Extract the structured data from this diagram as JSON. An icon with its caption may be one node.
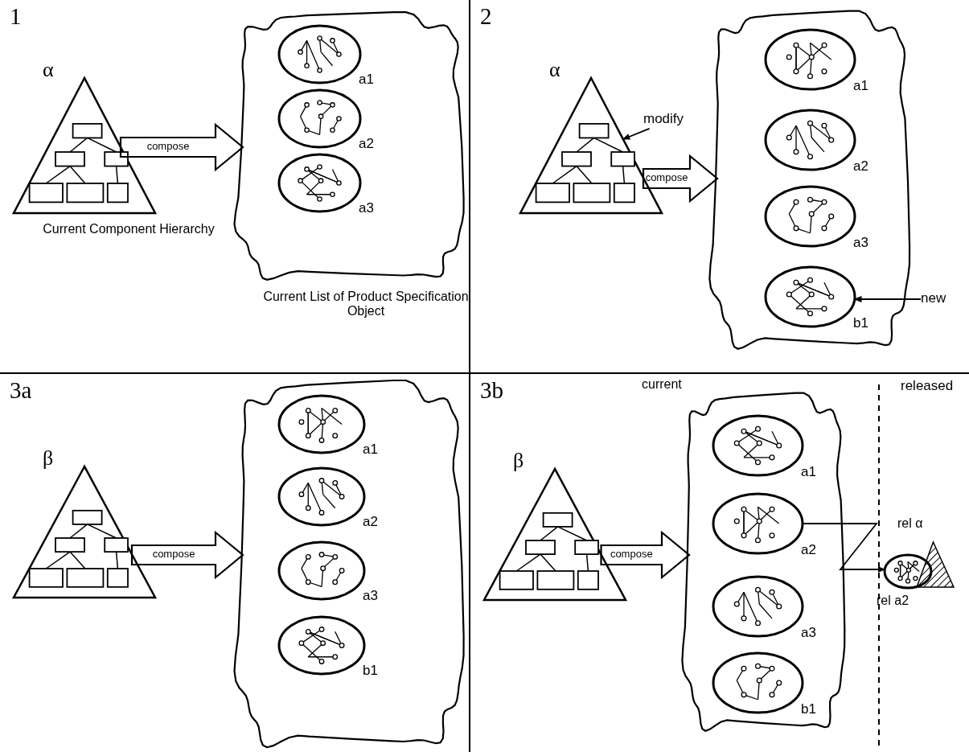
{
  "diagram": {
    "nodes": [
      {
        "text": [
          "1"
        ]
      },
      {
        "text": [
          "α"
        ],
        "beside": [
          "Current Component Hierarchy"
        ],
        "in": 0
      },
      {
        "text": [],
        "shape": "cloud",
        "beside": [
          "Current List of Product Specification Object"
        ],
        "in": 0
      },
      {
        "text": [],
        "shape": "circle",
        "beside": [
          "a1"
        ],
        "in": 2
      },
      {
        "text": [],
        "shape": "circle",
        "beside": [
          "a2"
        ],
        "in": 2
      },
      {
        "text": [],
        "shape": "circle",
        "beside": [
          "a3"
        ],
        "in": 2
      },
      {
        "text": [
          "2"
        ]
      },
      {
        "text": [
          "α"
        ],
        "in": 6
      },
      {
        "text": [
          "modify"
        ],
        "in": 6
      },
      {
        "text": [],
        "shape": "cloud",
        "in": 6
      },
      {
        "text": [],
        "shape": "circle",
        "beside": [
          "a1"
        ],
        "in": 9
      },
      {
        "text": [],
        "shape": "circle",
        "beside": [
          "a2"
        ],
        "in": 9
      },
      {
        "text": [],
        "shape": "circle",
        "beside": [
          "a3"
        ],
        "in": 9
      },
      {
        "text": [],
        "shape": "circle",
        "beside": [
          "b1"
        ],
        "in": 9
      },
      {
        "text": [
          "new"
        ],
        "in": 6
      },
      {
        "text": [
          "3a"
        ]
      },
      {
        "text": [
          "β"
        ],
        "in": 15
      },
      {
        "text": [],
        "shape": "cloud",
        "in": 15
      },
      {
        "text": [],
        "shape": "circle",
        "beside": [
          "a1"
        ],
        "in": 17
      },
      {
        "text": [],
        "shape": "circle",
        "beside": [
          "a2"
        ],
        "in": 17
      },
      {
        "text": [],
        "shape": "circle",
        "beside": [
          "a3"
        ],
        "in": 17
      },
      {
        "text": [],
        "shape": "circle",
        "beside": [
          "b1"
        ],
        "in": 17
      },
      {
        "text": [
          "3b"
        ]
      },
      {
        "text": [
          "β"
        ],
        "in": 22
      },
      {
        "text": [],
        "shape": "cloud",
        "beside": [
          "current"
        ],
        "in": 22
      },
      {
        "text": [],
        "shape": "circle",
        "beside": [
          "a1"
        ],
        "in": 24
      },
      {
        "text": [],
        "shape": "circle",
        "beside": [
          "a2"
        ],
        "in": 24
      },
      {
        "text": [],
        "shape": "circle",
        "beside": [
          "a3"
        ],
        "in": 24
      },
      {
        "text": [],
        "shape": "circle",
        "beside": [
          "b1"
        ],
        "in": 24
      },
      {
        "text": [],
        "shape": "triangle",
        "beside": [
          "rel α"
        ],
        "in": 22
      },
      {
        "text": [],
        "shape": "circle",
        "beside": [
          "rel a2"
        ],
        "in": 22
      }
    ],
    "edges": [
      {
        "from": 1,
        "to": 2,
        "arrow": "to",
        "label": "compose",
        "style": "thick"
      },
      {
        "from": 8,
        "to": 7,
        "arrow": "to"
      },
      {
        "from": 7,
        "to": 9,
        "arrow": "to",
        "label": "compose",
        "style": "thick"
      },
      {
        "from": 14,
        "to": 13,
        "arrow": "to"
      },
      {
        "from": 16,
        "to": 17,
        "arrow": "to",
        "label": "compose",
        "style": "thick"
      },
      {
        "from": 23,
        "to": 24,
        "arrow": "to",
        "label": "compose",
        "style": "thick"
      },
      {
        "from": 26,
        "to": 30,
        "arrow": "to"
      }
    ],
    "labels": [
      "released"
    ]
  }
}
